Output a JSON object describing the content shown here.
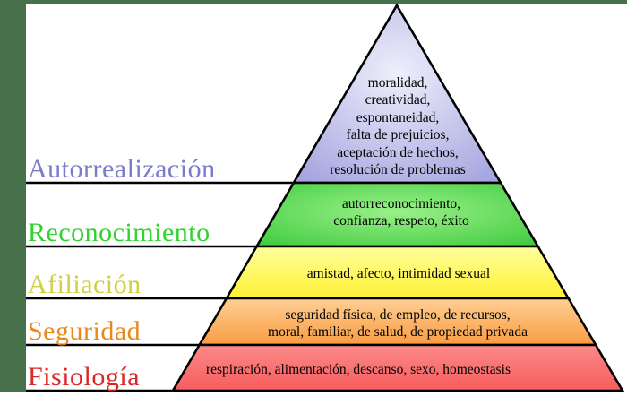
{
  "frame": {
    "border_color": "#47714b"
  },
  "pyramid": {
    "levels": [
      {
        "name": "Autorrealización",
        "label_color": "#7b7bcd",
        "items": "moralidad,\ncreatividad,\nespontaneidad,\nfalta de prejuicios,\naceptación de hechos,\nresolución de problemas",
        "fill_top": "#eeeefb",
        "fill_bottom": "#9b9bdc"
      },
      {
        "name": "Reconocimiento",
        "label_color": "#2fd32f",
        "items": "autorreconocimiento,\nconfianza, respeto, éxito",
        "fill_top": "#9af189",
        "fill_bottom": "#3dc93d"
      },
      {
        "name": "Afiliación",
        "label_color": "#d0d043",
        "items": "amistad, afecto, intimidad sexual",
        "fill_top": "#ffff9e",
        "fill_bottom": "#fff133"
      },
      {
        "name": "Seguridad",
        "label_color": "#e8891e",
        "items": "seguridad física, de empleo, de recursos,\nmoral, familiar, de salud, de propiedad privada",
        "fill_top": "#fecf94",
        "fill_bottom": "#f99c42"
      },
      {
        "name": "Fisiología",
        "label_color": "#da2727",
        "items": "respiración, alimentación, descanso, sexo, homeostasis",
        "fill_top": "#fb8a8a",
        "fill_bottom": "#f75c5c"
      }
    ]
  }
}
